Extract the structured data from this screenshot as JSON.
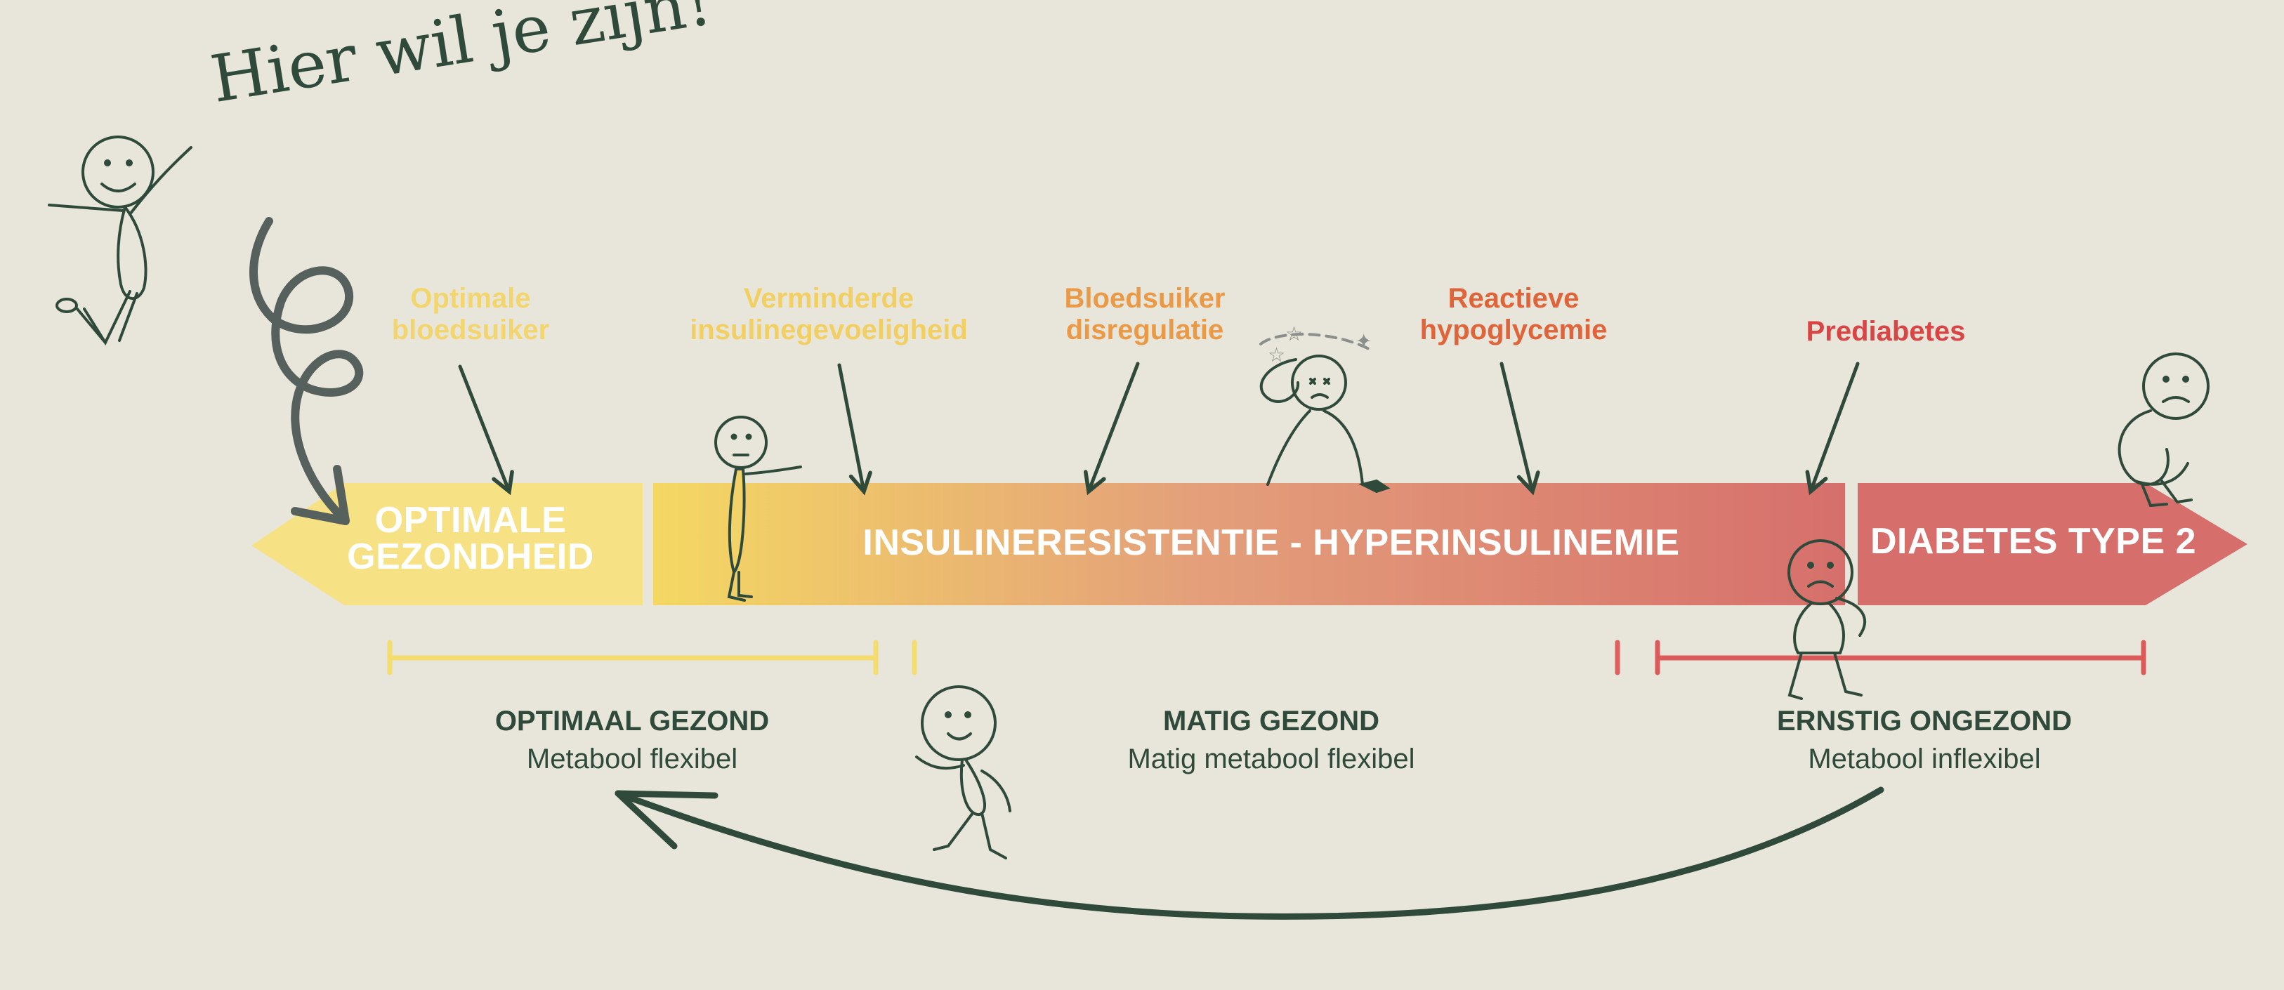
{
  "slogan": "Hier wil je zijn!",
  "stages": [
    {
      "line1": "Optimale",
      "line2": "bloedsuiker",
      "color": "#f3d56e"
    },
    {
      "line1": "Verminderde",
      "line2": "insulinegevoeligheid",
      "color": "#f2cf62"
    },
    {
      "line1": "Bloedsuiker",
      "line2": "disregulatie",
      "color": "#ea9a47"
    },
    {
      "line1": "Reactieve",
      "line2": "hypoglycemie",
      "color": "#e0643a"
    },
    {
      "line1": "Prediabetes",
      "line2": "",
      "color": "#d94444"
    }
  ],
  "bands": {
    "optimal": {
      "line1": "OPTIMALE",
      "line2": "GEZONDHEID",
      "color": "#f6e185"
    },
    "insulin": {
      "label": "INSULINERESISTENTIE - HYPERINSULINEMIE",
      "color_start": "#f4d863",
      "color_end": "#d66f6c"
    },
    "diabetes": {
      "label": "DIABETES TYPE 2",
      "color": "#d66f6c"
    }
  },
  "health_levels": [
    {
      "title": "OPTIMAAL GEZOND",
      "subtitle": "Metabool flexibel",
      "color": "#f4dc6e"
    },
    {
      "title": "MATIG GEZOND",
      "subtitle": "Matig metabool flexibel",
      "color": "#e47a68"
    },
    {
      "title": "ERNSTIG ONGEZOND",
      "subtitle": "Metabool inflexibel",
      "color": "#dc5a5a"
    }
  ],
  "colors": {
    "background": "#e8e6da",
    "ink": "#2f4a3a",
    "arrow": "#2f4a3a",
    "spiral": "#56605c"
  }
}
